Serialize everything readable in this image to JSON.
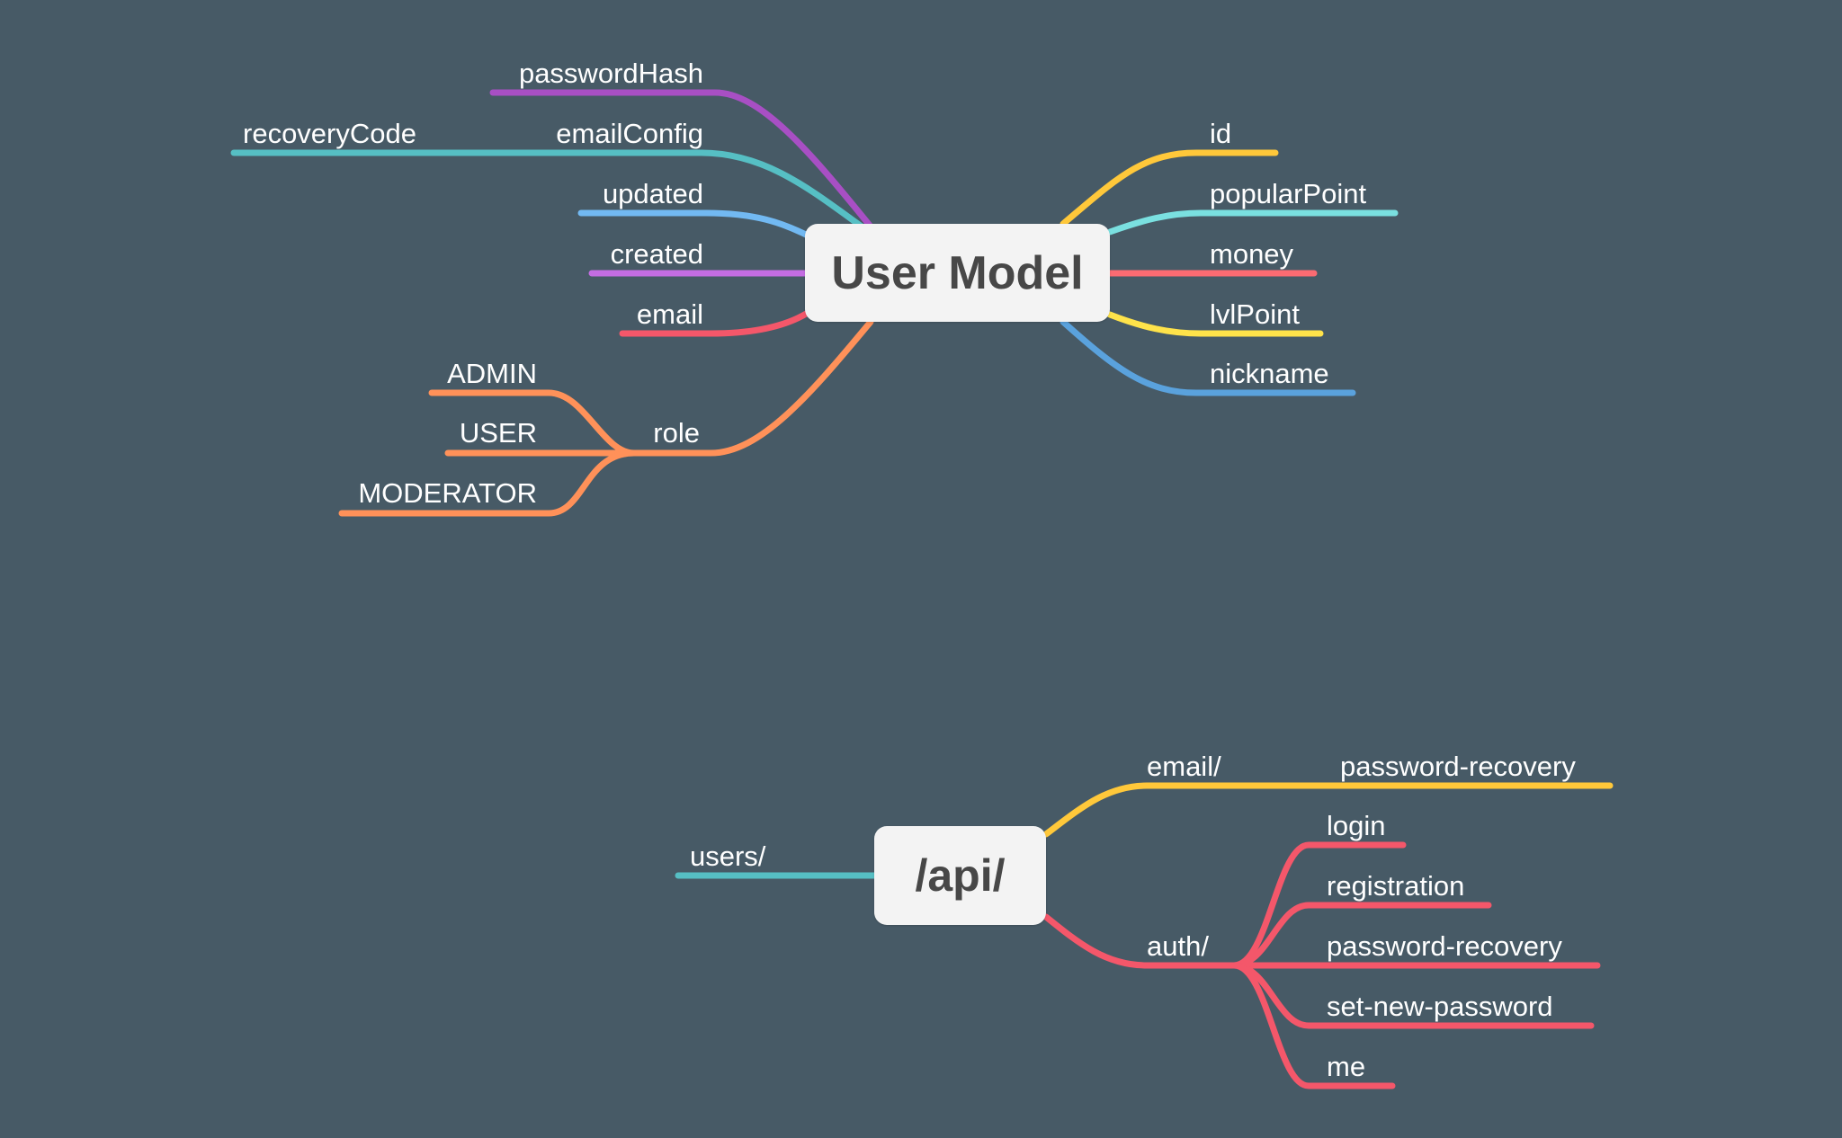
{
  "maps": [
    {
      "root": "User Model",
      "branches": [
        {
          "label": "passwordHash",
          "color": "#a84fc4"
        },
        {
          "label": "emailConfig",
          "color": "#56bfc4",
          "children": [
            {
              "label": "recoveryCode"
            }
          ]
        },
        {
          "label": "updated",
          "color": "#72b9f2"
        },
        {
          "label": "created",
          "color": "#c46de2"
        },
        {
          "label": "email",
          "color": "#f4576a"
        },
        {
          "label": "role",
          "color": "#ff9159",
          "children": [
            {
              "label": "ADMIN"
            },
            {
              "label": "USER"
            },
            {
              "label": "MODERATOR"
            }
          ]
        },
        {
          "label": "id",
          "color": "#ffc83a"
        },
        {
          "label": "popularPoint",
          "color": "#7ae0e0"
        },
        {
          "label": "money",
          "color": "#fb6b72"
        },
        {
          "label": "lvlPoint",
          "color": "#ffe34a"
        },
        {
          "label": "nickname",
          "color": "#5aa2dd"
        }
      ]
    },
    {
      "root": "/api/",
      "branches": [
        {
          "label": "users/",
          "color": "#56bfc4"
        },
        {
          "label": "email/",
          "color": "#ffc83a",
          "children": [
            {
              "label": "password-recovery"
            }
          ]
        },
        {
          "label": "auth/",
          "color": "#f4576a",
          "children": [
            {
              "label": "login"
            },
            {
              "label": "registration"
            },
            {
              "label": "password-recovery"
            },
            {
              "label": "set-new-password"
            },
            {
              "label": "me"
            }
          ]
        }
      ]
    }
  ]
}
